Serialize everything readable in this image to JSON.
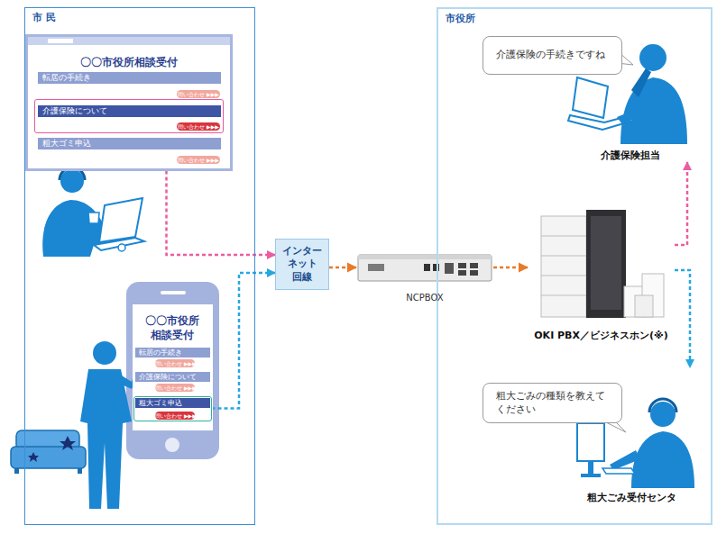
{
  "diagram": {
    "nodes": [
      {
        "text": [
          "市 民"
        ]
      },
      {
        "text": [
          "〇〇市役所相談受付"
        ],
        "in": 0
      },
      {
        "text": [
          "転居の手続き"
        ],
        "in": 1
      },
      {
        "text": [
          "介護保険について"
        ],
        "in": 1
      },
      {
        "text": [
          "粗大ゴミ申込"
        ],
        "in": 1
      },
      {
        "text": [
          "〇〇市役所 相談受付"
        ],
        "in": 0
      },
      {
        "text": [
          "転居の手続き"
        ],
        "in": 5
      },
      {
        "text": [
          "介護保険について"
        ],
        "in": 5
      },
      {
        "text": [
          "粗大ゴミ申込"
        ],
        "in": 5
      },
      {
        "text": [
          "インター ネット 回線"
        ]
      },
      {
        "text": [
          "市役所"
        ]
      },
      {
        "text": [
          "NCPBOX"
        ]
      },
      {
        "text": [
          "OKI PBX／ビジネスホン(※)"
        ],
        "in": 10
      },
      {
        "text": [
          "介護保険の手続きですね"
        ],
        "in": 10
      },
      {
        "text": [
          "介護保険担当"
        ],
        "in": 10
      },
      {
        "text": [
          "粗大ごみの種類を教えてください"
        ],
        "in": 10
      },
      {
        "text": [
          "粗大ごみ受付センタ"
        ],
        "in": 10
      }
    ],
    "edges": [
      {
        "from": 3,
        "to": 9,
        "arrow": "to"
      },
      {
        "from": 8,
        "to": 9,
        "arrow": "to"
      },
      {
        "from": 9,
        "to": 11,
        "arrow": "to"
      },
      {
        "from": 11,
        "to": 12,
        "arrow": "to"
      },
      {
        "from": 12,
        "to": 14,
        "arrow": "to"
      },
      {
        "from": 12,
        "to": 16,
        "arrow": "to"
      }
    ],
    "labels": [
      "問い合わせ ▶▶▶",
      "問い合わせ ▶▶▶",
      "問い合わせ ▶▶▶",
      "問い合わせ ▶▶▶",
      "問い合わせ ▶▶▶",
      "問い合わせ ▶▶▶"
    ]
  }
}
